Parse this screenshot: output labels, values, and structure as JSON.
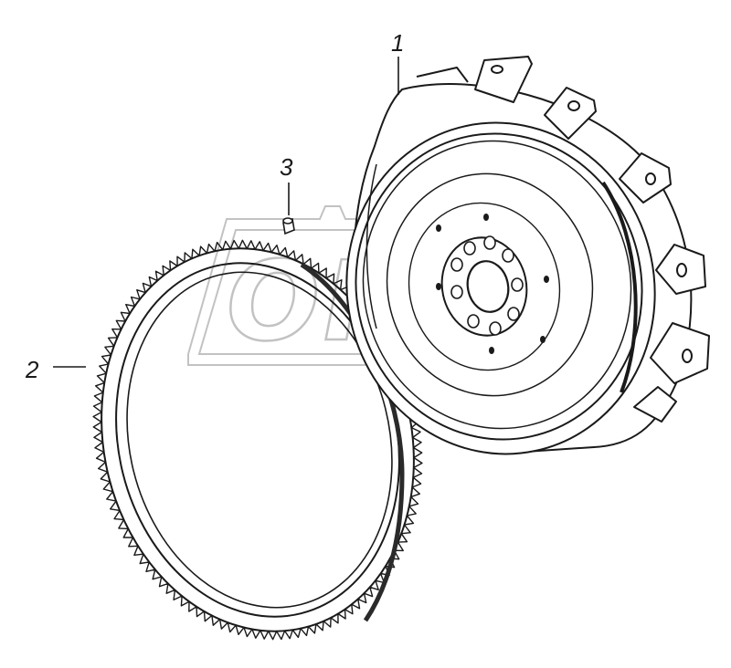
{
  "callouts": {
    "part_1": "1",
    "part_2": "2",
    "part_3": "3"
  },
  "watermark": {
    "text": "OPEX"
  },
  "colors": {
    "line": "#1a1a1a",
    "watermark": "#b8b8b8",
    "background": "#ffffff"
  }
}
